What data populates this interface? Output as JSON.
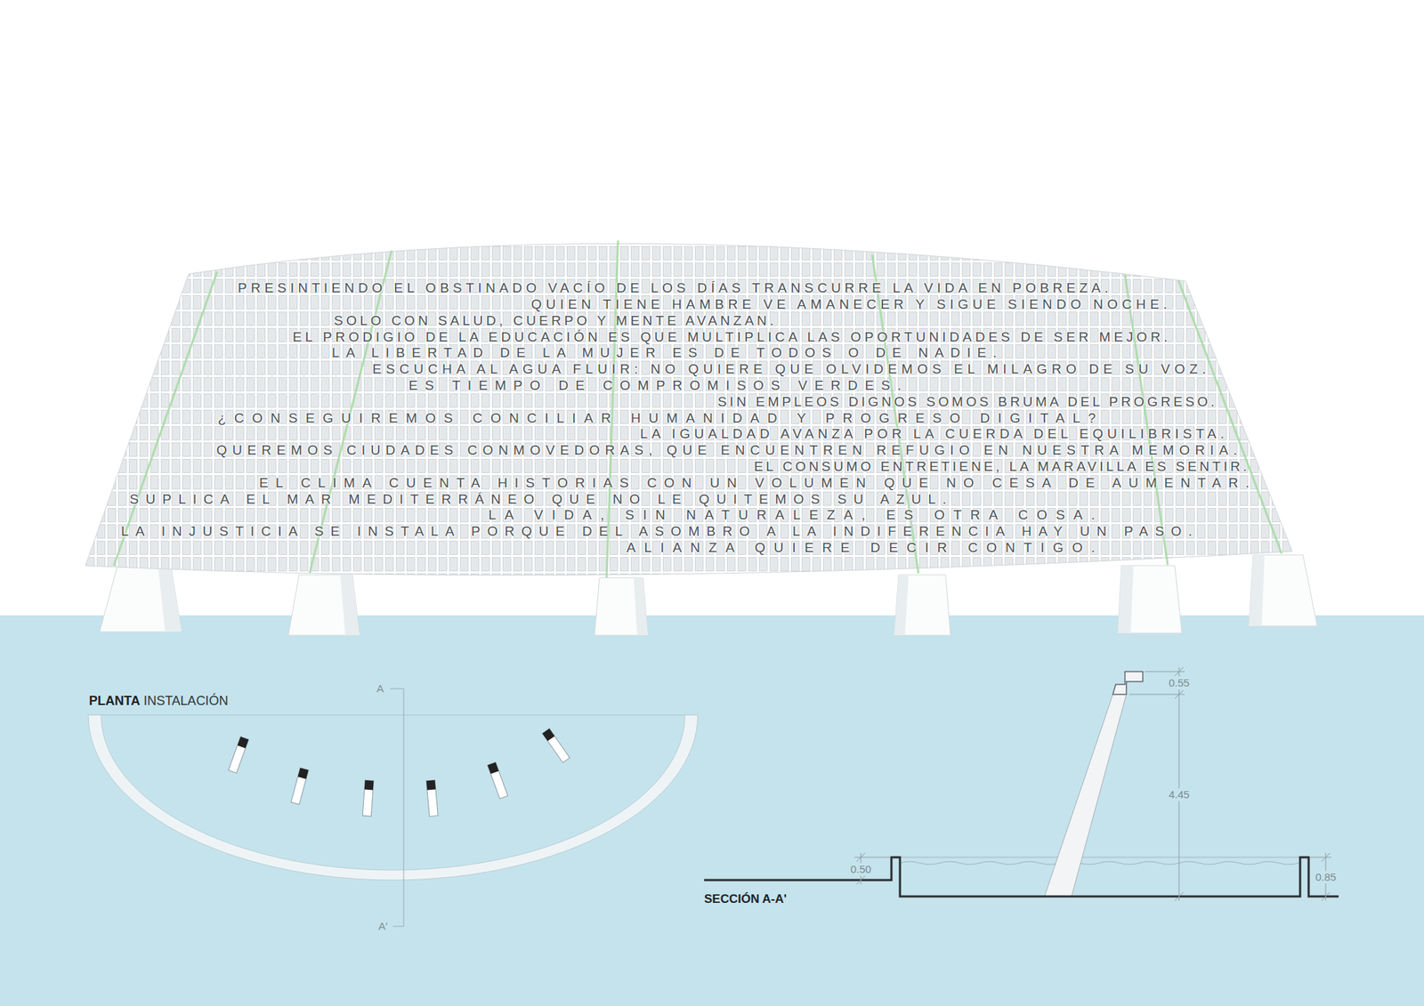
{
  "diagram": {
    "labels": [
      "PRESINTIENDO EL OBSTINADO VACÍO DE LOS DÍAS TRANSCURRE LA VIDA EN POBREZA.",
      "QUIEN TIENE HAMBRE VE AMANECER Y SIGUE SIENDO NOCHE.",
      "SOLO CON SALUD, CUERPO Y MENTE AVANZAN.",
      "EL PRODIGIO DE LA EDUCACIÓN ES QUE MULTIPLICA LAS OPORTUNIDADES DE SER MEJOR.",
      "LA LIBERTAD DE LA MUJER ES DE TODOS O DE NADIE.",
      "ESCUCHA AL AGUA FLUIR: NO QUIERE QUE OLVIDEMOS EL MILAGRO DE SU VOZ.",
      "ES TIEMPO DE COMPROMISOS VERDES.",
      "SIN EMPLEOS DIGNOS SOMOS BRUMA DEL PROGRESO.",
      "¿CONSEGUIREMOS CONCILIAR HUMANIDAD Y PROGRESO DIGITAL?",
      "LA IGUALDAD AVANZA POR LA CUERDA DEL EQUILIBRISTA.",
      "QUEREMOS CIUDADES CONMOVEDORAS, QUE ENCUENTREN REFUGIO EN NUESTRA MEMORIA.",
      "EL CONSUMO ENTRETIENE, LA MARAVILLA ES SENTIR.",
      "EL CLIMA CUENTA HISTORIAS CON UN VOLUMEN QUE NO CESA DE AUMENTAR.",
      "SUPLICA EL MAR MEDITERRÁNEO QUE NO LE QUITEMOS SU AZUL.",
      "LA VIDA, SIN NATURALEZA, ES OTRA COSA.",
      "LA INJUSTICIA SE INSTALA PORQUE DEL ASOMBRO A LA INDIFERENCIA HAY UN PASO.",
      "ALIANZA QUIERE DECIR CONTIGO.",
      "PLANTA",
      "INSTALACIÓN",
      "A",
      "A'",
      "0.55",
      "4.45",
      "0.50",
      "0.85",
      "SECCIÓN A-A'"
    ]
  }
}
